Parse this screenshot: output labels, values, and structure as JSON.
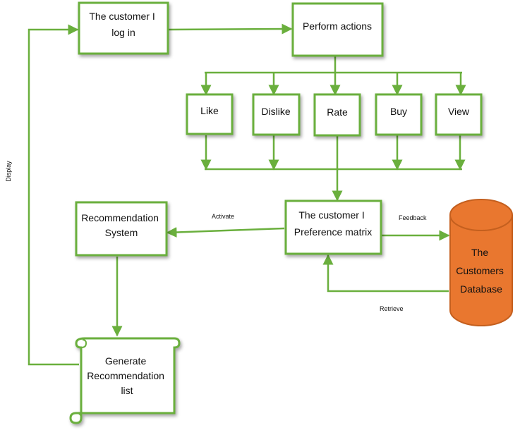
{
  "diagram": {
    "nodes": {
      "login": [
        "The customer I",
        "log in"
      ],
      "perform": [
        "Perform actions"
      ],
      "like": [
        "Like"
      ],
      "dislike": [
        "Dislike"
      ],
      "rate": [
        "Rate"
      ],
      "buy": [
        "Buy"
      ],
      "view": [
        "View"
      ],
      "preference": [
        "The customer I",
        "Preference matrix"
      ],
      "recommendation": [
        "Recommendation",
        "System"
      ],
      "generate": [
        "Generate",
        "Recommendation",
        "list"
      ],
      "database": [
        "The",
        "Customers",
        "Database"
      ]
    },
    "edge_labels": {
      "display": "Display",
      "activate": "Activate",
      "feedback": "Feedback",
      "retrieve": "Retrieve"
    }
  },
  "colors": {
    "line": "#6aaf3d",
    "box_fill": "#ffffff",
    "database_fill": "#e9772f",
    "database_stroke": "#c45f1e",
    "text": "#111111"
  }
}
